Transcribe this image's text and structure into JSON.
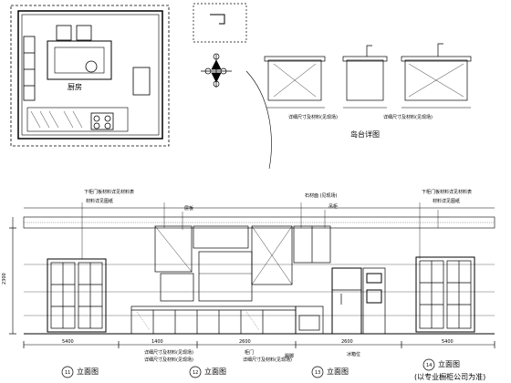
{
  "plan": {
    "room_label": "厨房"
  },
  "island": {
    "title": "岛台详图",
    "note_a": "详细尺寸及材料(见现场)",
    "note_b": "详细尺寸及材料(见现场)"
  },
  "elevation": {
    "callouts_top": [
      "下柜门板材料详见材料表",
      "材料详见图纸",
      "层板",
      "石材面 (见现场)",
      "吊柜",
      "下柜门板材料详见材料表",
      "材料详见图纸"
    ],
    "callouts_bottom": [
      "详细尺寸及材料(见现场)",
      "详细尺寸及材料(见现场)",
      "柜门",
      "详细尺寸及材料(见现场)",
      "踢脚",
      "冰箱位"
    ],
    "left_dim": "2300",
    "bottom_dims": [
      "5400",
      "1400",
      "2600",
      "2600",
      "5400"
    ],
    "view_labels": [
      {
        "num": "11",
        "text": "立面图"
      },
      {
        "num": "12",
        "text": "立面图"
      },
      {
        "num": "13",
        "text": "立面图"
      },
      {
        "num": "14",
        "text": "立面图"
      }
    ],
    "footer_note": "(以专业橱柜公司为准)"
  }
}
